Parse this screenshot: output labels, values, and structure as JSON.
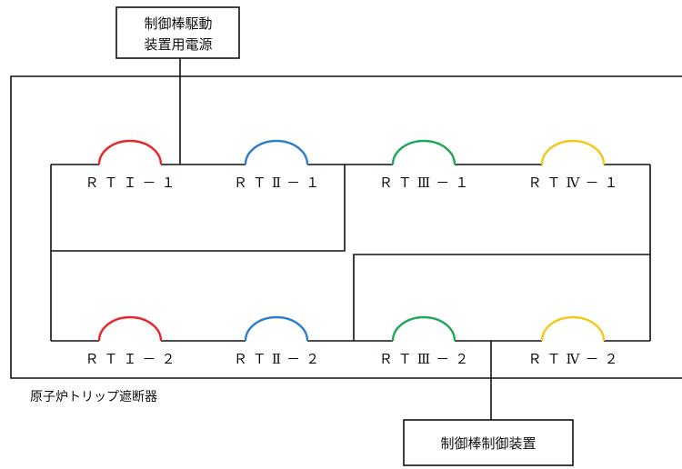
{
  "power_supply": {
    "line1": "制御棒駆動",
    "line2": "装置用電源"
  },
  "control_device": {
    "label": "制御棒制御装置"
  },
  "breaker_caption": "原子炉トリップ遮断器",
  "breakers": [
    {
      "label": "ＲＴＩ－１",
      "color": "#e8262c"
    },
    {
      "label": "ＲＴⅡ－１",
      "color": "#2f7fcc"
    },
    {
      "label": "ＲＴⅢ－１",
      "color": "#22a85a"
    },
    {
      "label": "ＲＴⅣ－１",
      "color": "#f2c81a"
    },
    {
      "label": "ＲＴＩ－２",
      "color": "#e8262c"
    },
    {
      "label": "ＲＴⅡ－２",
      "color": "#2f7fcc"
    },
    {
      "label": "ＲＴⅢ－２",
      "color": "#22a85a"
    },
    {
      "label": "ＲＴⅣ－２",
      "color": "#f2c81a"
    }
  ]
}
